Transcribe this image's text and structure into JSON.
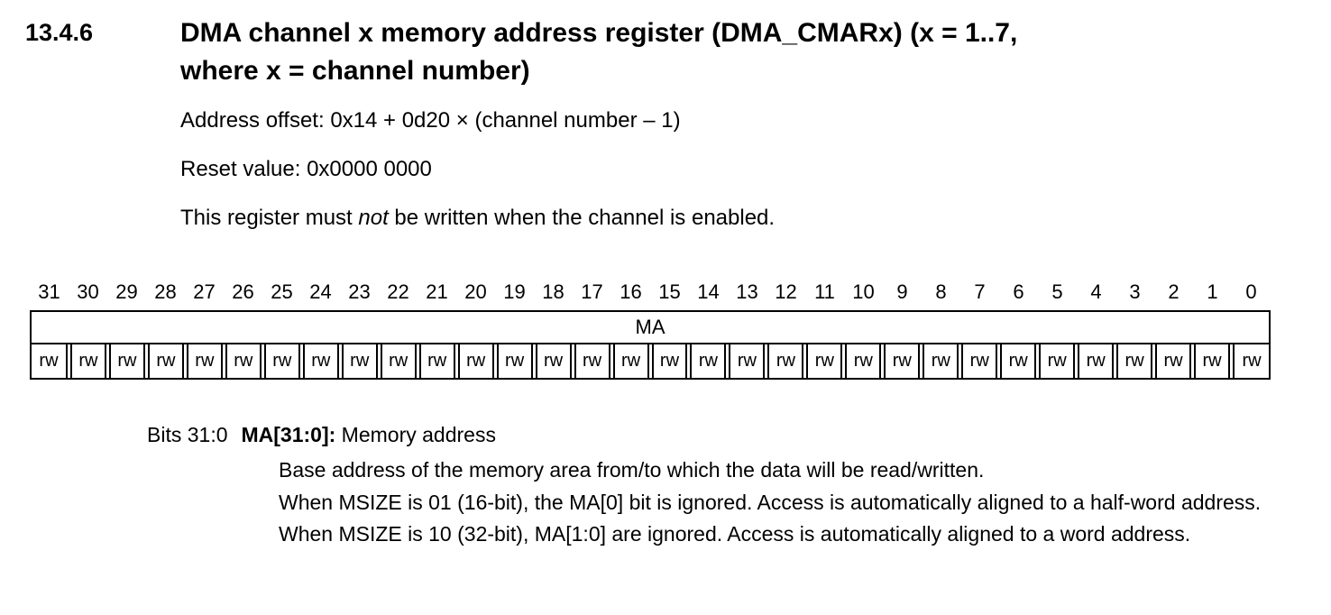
{
  "section": {
    "number": "13.4.6",
    "title_line1": "DMA channel x memory address register (DMA_CMARx) (x = 1..7,",
    "title_line2": "where x = channel number)"
  },
  "paragraphs": {
    "address_offset": "Address offset: 0x14 + 0d20 × (channel number – 1)",
    "reset_value": "Reset value: 0x0000 0000",
    "note_prefix": "This register must ",
    "note_italic": "not",
    "note_suffix": " be written when the channel is enabled."
  },
  "register_diagram": {
    "bit_numbers": [
      "31",
      "30",
      "29",
      "28",
      "27",
      "26",
      "25",
      "24",
      "23",
      "22",
      "21",
      "20",
      "19",
      "18",
      "17",
      "16",
      "15",
      "14",
      "13",
      "12",
      "11",
      "10",
      "9",
      "8",
      "7",
      "6",
      "5",
      "4",
      "3",
      "2",
      "1",
      "0"
    ],
    "field_label": "MA",
    "access_labels": [
      "rw",
      "rw",
      "rw",
      "rw",
      "rw",
      "rw",
      "rw",
      "rw",
      "rw",
      "rw",
      "rw",
      "rw",
      "rw",
      "rw",
      "rw",
      "rw",
      "rw",
      "rw",
      "rw",
      "rw",
      "rw",
      "rw",
      "rw",
      "rw",
      "rw",
      "rw",
      "rw",
      "rw",
      "rw",
      "rw",
      "rw",
      "rw"
    ]
  },
  "field_description": {
    "bits_label": "Bits 31:0",
    "field_name": "MA[31:0]:",
    "field_title": " Memory address",
    "lines": [
      "Base address of the memory area from/to which the data will be read/written.",
      "When MSIZE is 01 (16-bit), the MA[0] bit is ignored. Access is automatically aligned to a half-word address.",
      "When MSIZE is 10 (32-bit), MA[1:0] are ignored. Access is automatically aligned to a word address."
    ]
  },
  "colors": {
    "background": "#ffffff",
    "text": "#000000",
    "border": "#000000"
  }
}
